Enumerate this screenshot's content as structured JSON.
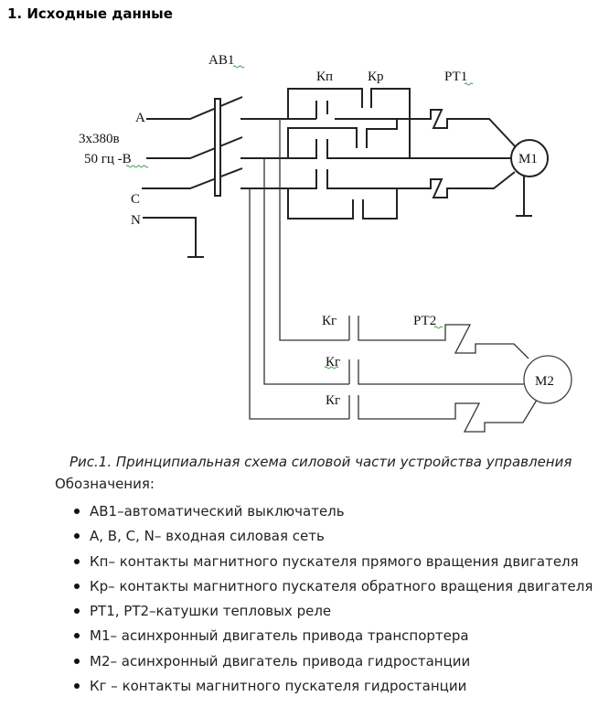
{
  "document": {
    "heading": "1. Исходные данные",
    "figure": {
      "labels": {
        "breaker": "АВ1",
        "phase_a": "А",
        "supply_line1": "3х380в",
        "supply_line2": "50 гц -В",
        "phase_c": "С",
        "neutral": "N",
        "contact_forward": "Кп",
        "contact_reverse": "Кр",
        "thermal_relay_1": "РТ1",
        "motor_1": "М1",
        "contact_hydro_1": "Кг",
        "contact_hydro_2": "Кг",
        "contact_hydro_3": "Кг",
        "thermal_relay_2": "РТ2",
        "motor_2": "М2"
      },
      "caption": "Рис.1. Принципиальная схема силовой части устройства управления"
    },
    "legend": {
      "title": "Обозначения:",
      "items": [
        "АВ1–автоматический выключатель",
        "А, В, С, N– входная силовая сеть",
        "Кп– контакты магнитного пускателя прямого вращения двигателя",
        "Кр– контакты магнитного пускателя обратного вращения двигателя",
        "РТ1, РТ2–катушки тепловых реле",
        "М1– асинхронный двигатель привода транспортера",
        "М2– асинхронный двигатель привода гидростанции",
        "Кг – контакты магнитного пускателя гидростанции"
      ]
    }
  }
}
